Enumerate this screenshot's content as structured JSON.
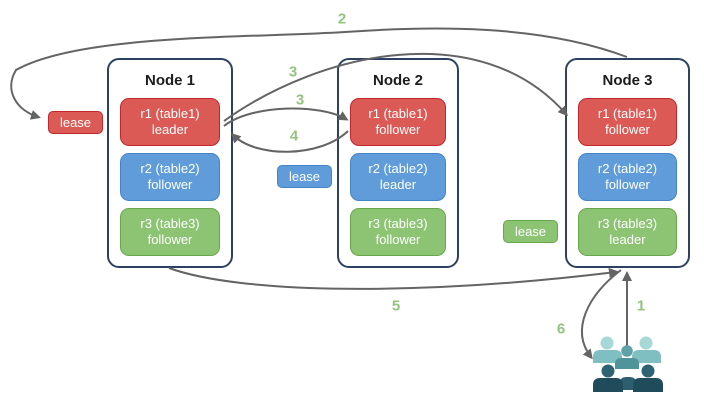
{
  "colors": {
    "red_fill": "#dc5a55",
    "red_border": "#c1272d",
    "blue_fill": "#5f9cd9",
    "blue_border": "#4584c6",
    "green_fill": "#8cc474",
    "green_border": "#69a74e",
    "node_border": "#2d4263",
    "node_title": "#1c1c1c",
    "arrow": "#646464",
    "step_number": "#93c47d",
    "people_light_head": "#a7d7d7",
    "people_light_body": "#7fbec1",
    "people_mid_head": "#5fa3a9",
    "people_mid_body": "#4f949b",
    "people_dark_head": "#2f6374",
    "people_dark_body": "#1f4b5a",
    "people_wedge": "#2e5f6e"
  },
  "nodes": [
    {
      "title": "Node 1",
      "replicas": [
        {
          "name": "r1 (table1)",
          "role": "leader",
          "color": "red"
        },
        {
          "name": "r2 (table2)",
          "role": "follower",
          "color": "blue"
        },
        {
          "name": "r3 (table3)",
          "role": "follower",
          "color": "green"
        }
      ]
    },
    {
      "title": "Node 2",
      "replicas": [
        {
          "name": "r1 (table1)",
          "role": "follower",
          "color": "red"
        },
        {
          "name": "r2 (table2)",
          "role": "leader",
          "color": "blue"
        },
        {
          "name": "r3 (table3)",
          "role": "follower",
          "color": "green"
        }
      ]
    },
    {
      "title": "Node 3",
      "replicas": [
        {
          "name": "r1 (table1)",
          "role": "follower",
          "color": "red"
        },
        {
          "name": "r2 (table2)",
          "role": "follower",
          "color": "blue"
        },
        {
          "name": "r3 (table3)",
          "role": "leader",
          "color": "green"
        }
      ]
    }
  ],
  "leases": [
    {
      "text": "lease",
      "color": "red"
    },
    {
      "text": "lease",
      "color": "blue"
    },
    {
      "text": "lease",
      "color": "green"
    }
  ],
  "flow_steps": {
    "step1": "1",
    "step2": "2",
    "step3a": "3",
    "step3b": "3",
    "step4": "4",
    "step5": "5",
    "step6": "6"
  },
  "icons": {
    "users": "users-group-icon"
  }
}
